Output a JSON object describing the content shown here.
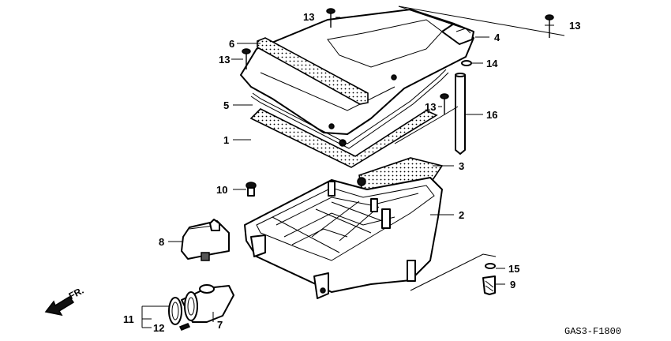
{
  "labels": {
    "p1": "1",
    "p2": "2",
    "p3": "3",
    "p4": "4",
    "p5": "5",
    "p6": "6",
    "p7": "7",
    "p8": "8",
    "p9": "9",
    "p10": "10",
    "p11": "11",
    "p12": "12",
    "p13a": "13",
    "p13b": "13",
    "p13c": "13",
    "p13d": "13",
    "p14": "14",
    "p15": "15",
    "p16": "16"
  },
  "direction_marker": "FR.",
  "diagram_code": "GAS3-F1800"
}
